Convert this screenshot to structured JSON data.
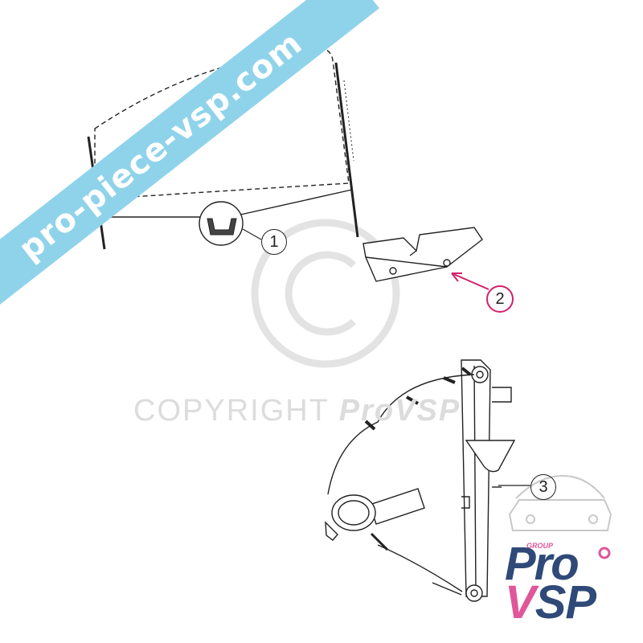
{
  "watermark": {
    "banner_text": "pro-piece-vsp.com",
    "copyright_prefix": "COPYRIGHT",
    "copyright_brand": "ProVSP"
  },
  "callouts": [
    {
      "number": "1"
    },
    {
      "number": "2"
    },
    {
      "number": "3"
    }
  ],
  "logo": {
    "group_text": "GROUP",
    "pro_text": "Pro",
    "vsp_text_v": "V",
    "vsp_text_sp": "SP"
  },
  "colors": {
    "line": "#222222",
    "callout_2": "#d4206a",
    "banner": "#8fd3ea",
    "watermark": "#dcdcdc",
    "logo_blue": "#2f4a78",
    "logo_pink": "#e0569a"
  }
}
